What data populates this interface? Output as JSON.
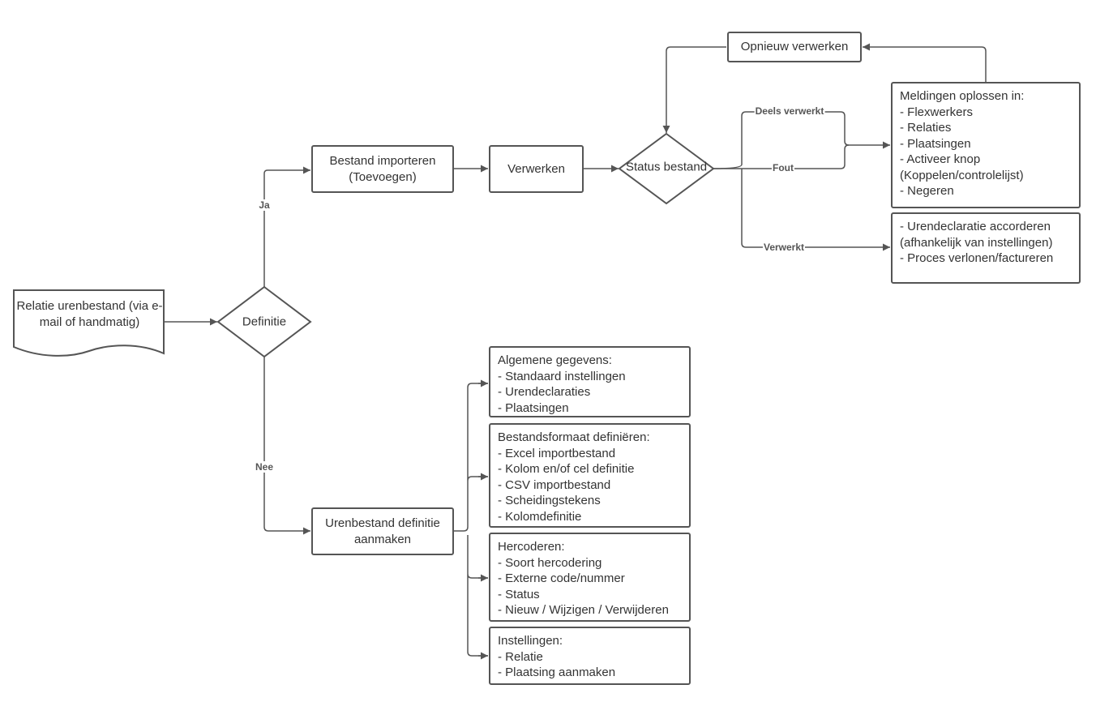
{
  "nodes": {
    "source": [
      "Relatie urenbestand",
      "(via e-mail of handmatig)"
    ],
    "definitie": [
      "Definitie"
    ],
    "importeren": [
      "Bestand importeren",
      "(Toevoegen)"
    ],
    "verwerken": [
      "Verwerken"
    ],
    "status": [
      "Status",
      "bestand"
    ],
    "opnieuw": [
      "Opnieuw verwerken"
    ],
    "meldingen": [
      "Meldingen oplossen in:",
      "- Flexwerkers",
      "- Relaties",
      "- Plaatsingen",
      "- Activeer knop",
      "(Koppelen/controlelijst)",
      "- Negeren"
    ],
    "accorderen": [
      "- Urendeclaratie accorderen",
      "(afhankelijk van instellingen)",
      "- Proces verlonen/factureren"
    ],
    "definitie_aanmaken": [
      "Urenbestand definitie",
      "aanmaken"
    ],
    "algemeen": [
      "Algemene gegevens:",
      "- Standaard instellingen",
      "- Urendeclaraties",
      "- Plaatsingen"
    ],
    "formaat": [
      "Bestandsformaat definiëren:",
      "- Excel importbestand",
      "- Kolom en/of cel definitie",
      "- CSV importbestand",
      "- Scheidingstekens",
      "- Kolomdefinitie"
    ],
    "hercoderen": [
      "Hercoderen:",
      "- Soort hercodering",
      "- Externe code/nummer",
      "- Status",
      "- Nieuw / Wijzigen / Verwijderen"
    ],
    "instellingen": [
      "Instellingen:",
      "- Relatie",
      "- Plaatsing aanmaken"
    ]
  },
  "edge_labels": {
    "ja": "Ja",
    "nee": "Nee",
    "deels": "Deels verwerkt",
    "fout": "Fout",
    "verwerkt": "Verwerkt"
  },
  "colors": {
    "stroke": "#555555",
    "text": "#333333",
    "background": "#ffffff"
  }
}
